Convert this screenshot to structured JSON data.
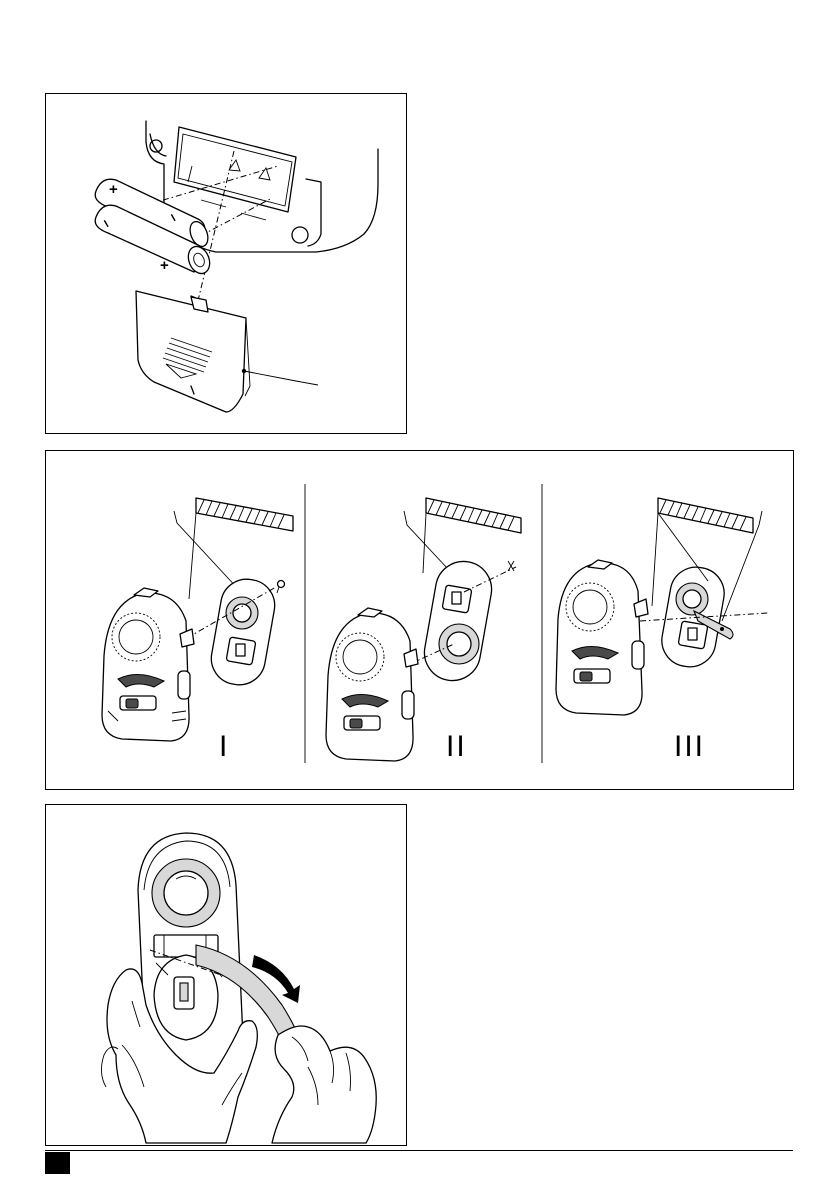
{
  "figure_battery": {
    "battery_plus_signs": [
      "+",
      "+"
    ],
    "battery_minus_signs": [
      "–",
      "–"
    ]
  },
  "figure_mounting": {
    "step_labels": [
      "I",
      "II",
      "III"
    ]
  },
  "figure_tape": {},
  "footer": {}
}
